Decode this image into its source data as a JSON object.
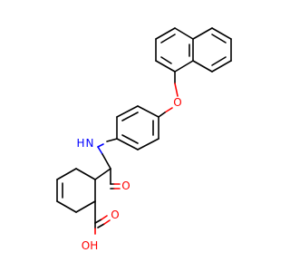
{
  "molecule": {
    "atoms": {
      "ether_oxygen": "O",
      "amide_nitrogen": "N",
      "amide_hydrogen": "H",
      "amide_oxygen": "O",
      "acid_carbonyl_oxygen": "O",
      "acid_hydroxyl": "OH"
    },
    "colors": {
      "bond": "#000000",
      "oxygen": "#ff0000",
      "nitrogen": "#0000ff",
      "background": "#ffffff"
    }
  }
}
